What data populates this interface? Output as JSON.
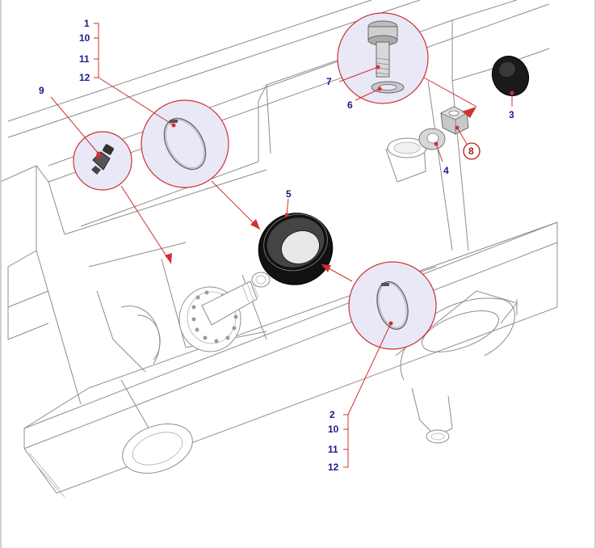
{
  "callout_labels": {
    "p1": "1",
    "p2": "2",
    "p3": "3",
    "p4": "4",
    "p5": "5",
    "p6": "6",
    "p7": "7",
    "p8": "8",
    "p9": "9",
    "p10a": "10",
    "p11a": "11",
    "p12a": "12",
    "p10b": "10",
    "p11b": "11",
    "p12b": "12"
  },
  "highlighted_label": "8",
  "colors": {
    "leader": "#d03030",
    "label": "#1a1a8c",
    "callout_fill": "#e8e8f7",
    "outline": "#8c8c8c"
  },
  "icons": [
    "grease-nipple-icon",
    "clamp-ring-icon",
    "bolt-icon",
    "nut-icon",
    "washer-icon",
    "cap-icon",
    "seal-ring-icon",
    "spindle-icon"
  ]
}
